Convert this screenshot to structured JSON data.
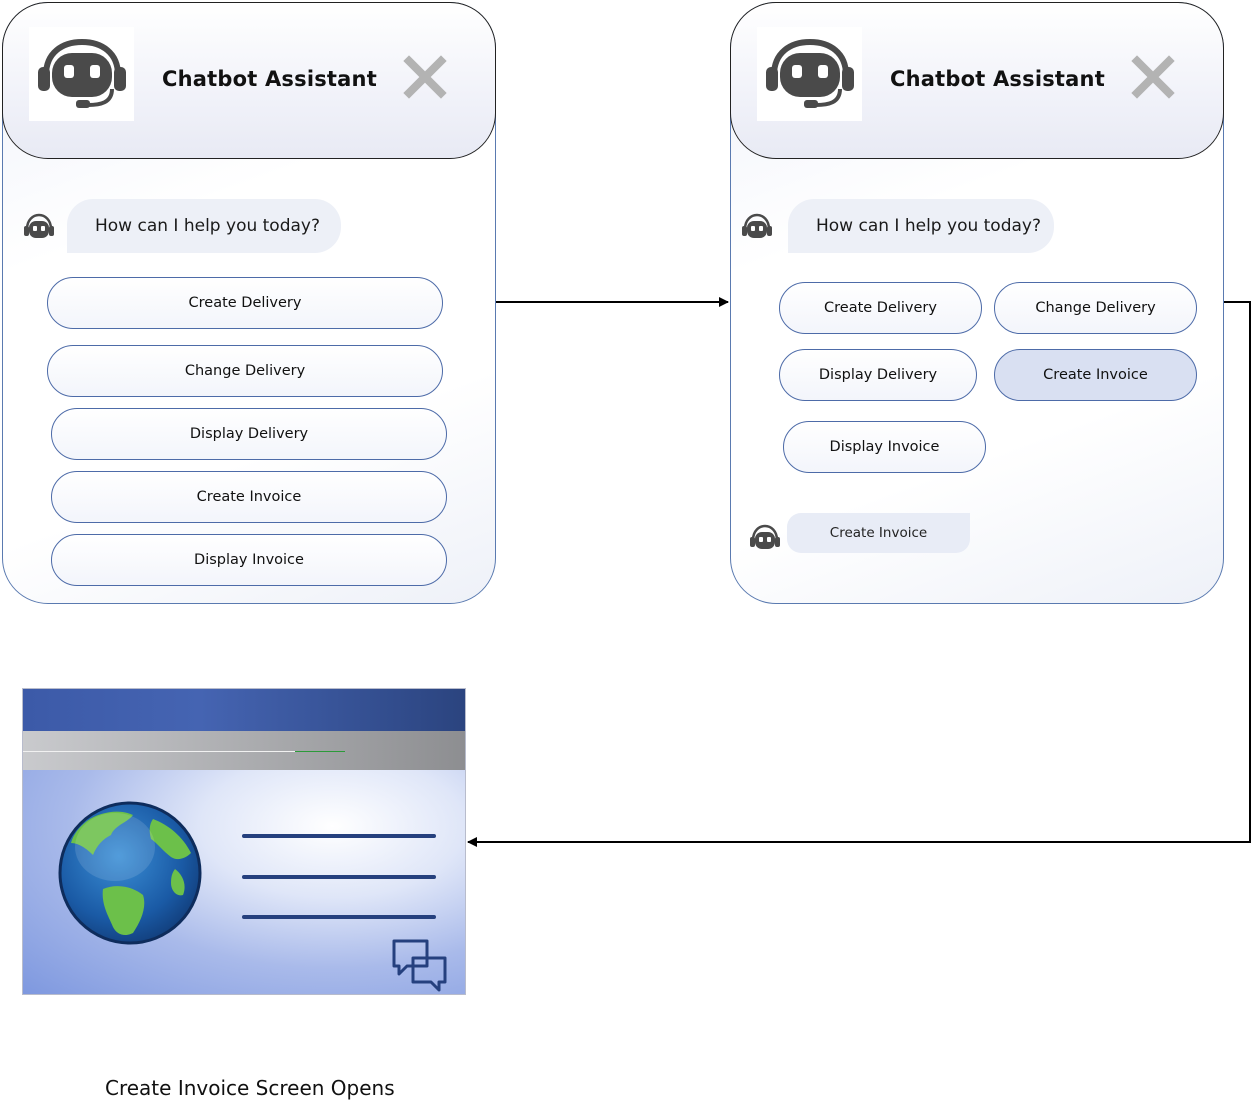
{
  "left_panel": {
    "title": "Chatbot Assistant",
    "greeting": "How can I help you today?",
    "buttons": [
      "Create Delivery",
      "Change Delivery",
      "Display Delivery",
      "Create Invoice",
      "Display Invoice"
    ]
  },
  "right_panel": {
    "title": "Chatbot Assistant",
    "greeting": "How can I help you today?",
    "buttons": [
      "Create Delivery",
      "Change Delivery",
      "Display Delivery",
      "Create Invoice",
      "Display Invoice"
    ],
    "selected_button": "Create Invoice",
    "user_message": "Create Invoice"
  },
  "screen_caption": "Create Invoice Screen Opens",
  "colors": {
    "panel_border": "#5a7ab0",
    "button_border": "#4d6ba8",
    "selected_button": "#d9e0f2",
    "bubble": "#edf0f7",
    "screen_titlebar": "#3c5aa8",
    "icon_gray": "#4a4a4a",
    "close_gray": "#b3b3b3"
  },
  "icons": [
    "robot-headset-icon",
    "close-icon",
    "globe-icon",
    "chat-bubbles-icon"
  ]
}
